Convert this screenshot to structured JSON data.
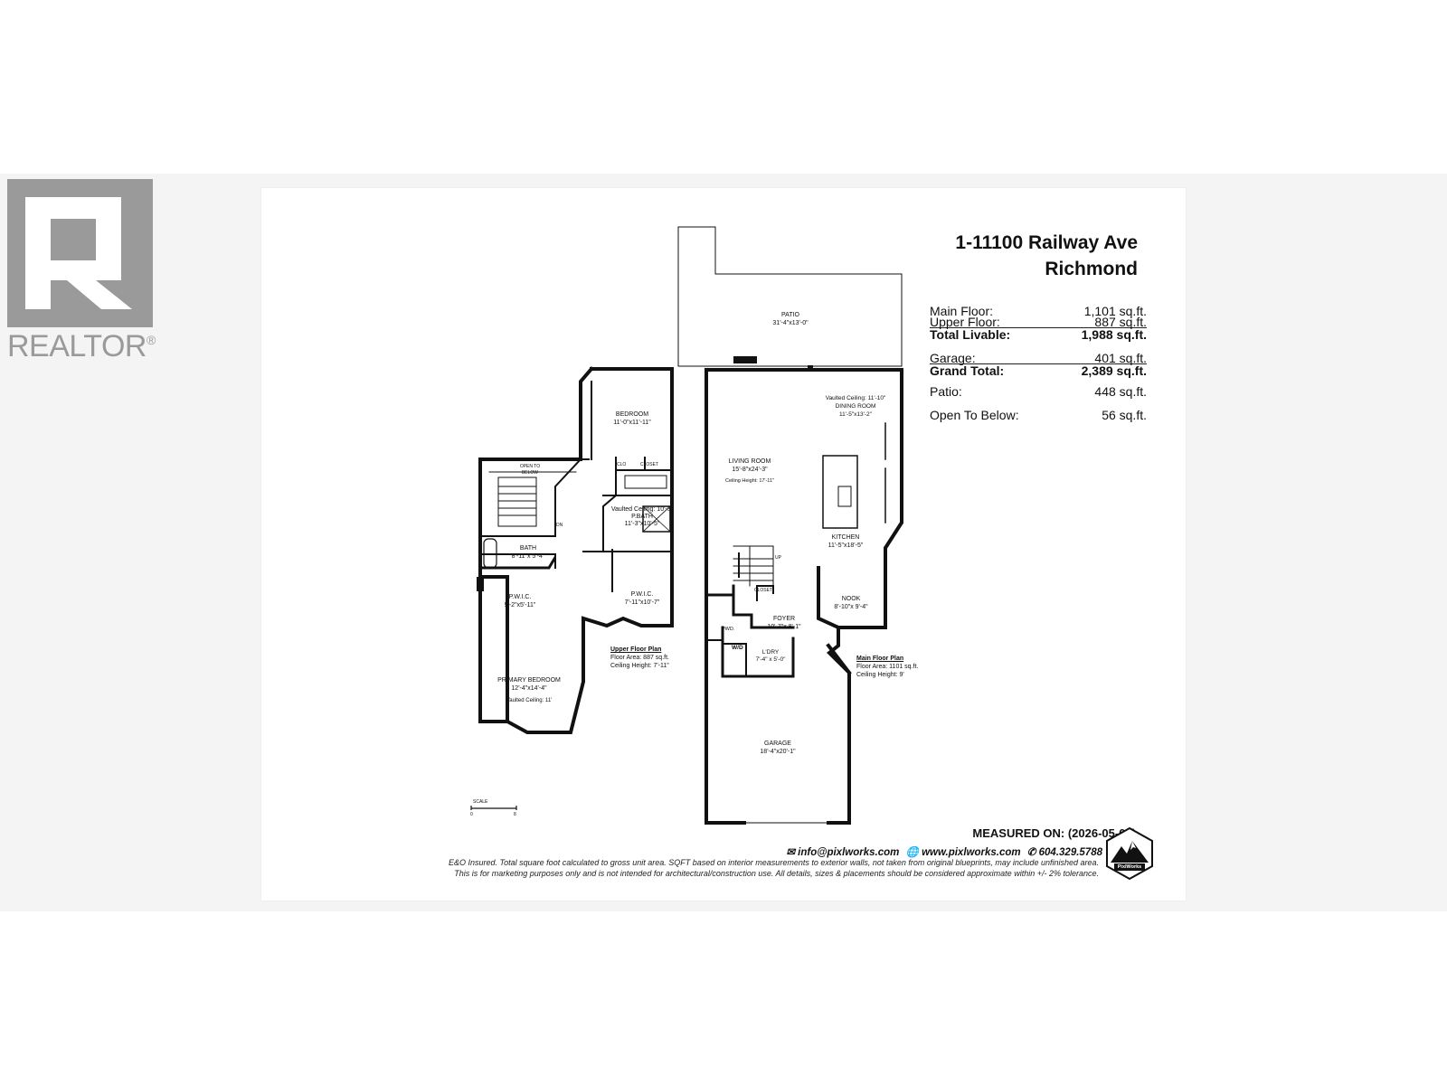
{
  "logo": {
    "name": "REALTOR",
    "mark": "®"
  },
  "listing": {
    "address_line1": "1-11100 Railway Ave",
    "address_line2": "Richmond"
  },
  "areas": [
    {
      "label": "Main Floor:",
      "value": "1,101 sq.ft."
    },
    {
      "label": "Upper Floor:",
      "value": "887 sq.ft."
    },
    {
      "label": "Total Livable:",
      "value": "1,988 sq.ft."
    },
    {
      "label": "Garage:",
      "value": "401 sq.ft."
    },
    {
      "label": "Grand Total:",
      "value": "2,389 sq.ft."
    },
    {
      "label": "Patio:",
      "value": "448 sq.ft."
    },
    {
      "label": "Open To Below:",
      "value": "56 sq.ft."
    }
  ],
  "rooms": {
    "patio": {
      "name": "PATIO",
      "dims": "31'-4\"x13'-0\""
    },
    "bedroom": {
      "name": "BEDROOM",
      "dims": "11'-0\"x11'-11\""
    },
    "open_to_below": {
      "line1": "OPEN TO",
      "line2": "BELOW"
    },
    "clo": "CLO",
    "closet_upper": "CLOSET",
    "p_bath": {
      "note": "Vaulted Ceiling: 10'-3\"",
      "name": "P.BATH",
      "dims": "11'-3\"x10'-5\""
    },
    "bath": {
      "name": "BATH",
      "dims": "8'-11\"x 5'-4\""
    },
    "dn": "DN",
    "pwic_1": {
      "name": "P.W.I.C.",
      "dims": "9'-2\"x5'-11\""
    },
    "pwic_2": {
      "name": "P.W.I.C.",
      "dims": "7'-11\"x10'-7\""
    },
    "primary_bedroom": {
      "name": "PRIMARY BEDROOM",
      "dims": "12'-4\"x14'-4\"",
      "note": "Vaulted Ceiling: 11'"
    },
    "living_room": {
      "name": "LIVING ROOM",
      "dims": "15'-8\"x24'-3\"",
      "note": "Ceiling Height: 17'-11\""
    },
    "dining_room": {
      "note": "Vaulted Ceiling: 11'-10\"",
      "name": "DINING ROOM",
      "dims": "11'-5\"x13'-2\""
    },
    "kitchen": {
      "name": "KITCHEN",
      "dims": "11'-5\"x18'-5\""
    },
    "up": "UP",
    "closet_main": "CLOSET",
    "nook": {
      "name": "NOOK",
      "dims": "8'-10\"x 9'-4\""
    },
    "foyer": {
      "name": "FOYER",
      "dims": "10'-7\"x 8'-1\""
    },
    "pwd": "PWD.",
    "wd": "W/D",
    "laundry": {
      "name": "L'DRY",
      "dims": "7'-4\" x 5'-0\""
    },
    "garage": {
      "name": "GARAGE",
      "dims": "18'-4\"x20'-1\""
    }
  },
  "upper_plan": {
    "title": "Upper Floor Plan",
    "area": "Floor Area: 887 sq.ft.",
    "height": "Ceiling Height: 7'-11\""
  },
  "main_plan": {
    "title": "Main Floor Plan",
    "area": "Floor Area: 1101 sq.ft.",
    "height": "Ceiling Height: 9'"
  },
  "scale": {
    "label": "SCALE",
    "start": "0",
    "end": "8"
  },
  "footer": {
    "measured": "MEASURED ON: (2026-05-04)",
    "email": "info@pixlworks.com",
    "website": "www.pixlworks.com",
    "phone": "604.329.5788",
    "note1": "E&O Insured.  Total square foot calculated to gross unit area. SQFT based on interior measurements to exterior walls, not taken from original blueprints, may include unfinished area.",
    "note2": "This is for marketing purposes only and is not intended for architectural/construction use.  All details, sizes & placements should be considered approximate within +/- 2% tolerance.",
    "badge": "PixlWorks"
  },
  "colors": {
    "wall": "#111111",
    "logo_gray": "#9a9a9a",
    "background": "#f4f4f4"
  }
}
